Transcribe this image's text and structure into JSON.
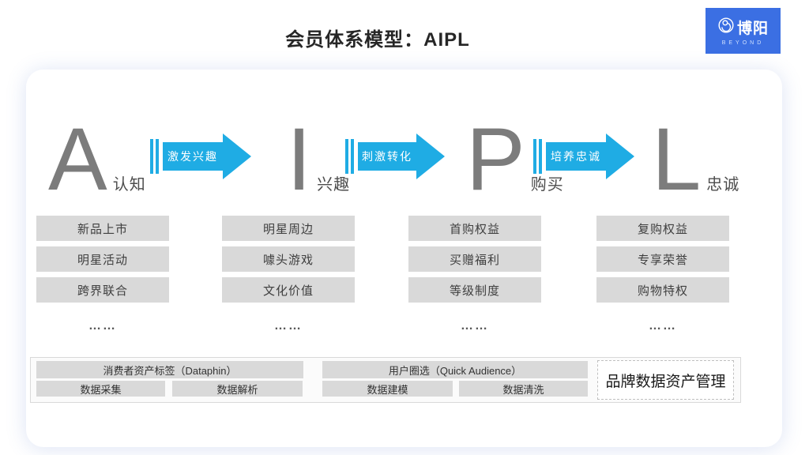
{
  "page": {
    "title": "会员体系模型：AIPL"
  },
  "logo": {
    "name": "博阳",
    "subtitle": "BEYOND",
    "bg_color": "#3B6FE3"
  },
  "funnel": {
    "letter_color": "#7C7C7C",
    "arrow_color": "#1FACE4",
    "box_color": "#D9D9D9",
    "stages": [
      {
        "letter": "A",
        "label": "认知",
        "items": [
          "新品上市",
          "明星活动",
          "跨界联合"
        ],
        "more": "……"
      },
      {
        "letter": "I",
        "label": "兴趣",
        "items": [
          "明星周边",
          "噱头游戏",
          "文化价值"
        ],
        "more": "……"
      },
      {
        "letter": "P",
        "label": "购买",
        "items": [
          "首购权益",
          "买赠福利",
          "等级制度"
        ],
        "more": "……"
      },
      {
        "letter": "L",
        "label": "忠诚",
        "items": [
          "复购权益",
          "专享荣誉",
          "购物特权"
        ],
        "more": "……"
      }
    ],
    "arrows": [
      {
        "label": "激发兴趣"
      },
      {
        "label": "刺激转化"
      },
      {
        "label": "培养忠诚"
      }
    ]
  },
  "data_platform": {
    "groups": [
      {
        "header": "消费者资产标签（Dataphin）",
        "cells": [
          "数据采集",
          "数据解析"
        ]
      },
      {
        "header": "用户圈选（Quick Audience）",
        "cells": [
          "数据建模",
          "数据清洗"
        ]
      }
    ],
    "management_label": "品牌数据资产管理"
  }
}
